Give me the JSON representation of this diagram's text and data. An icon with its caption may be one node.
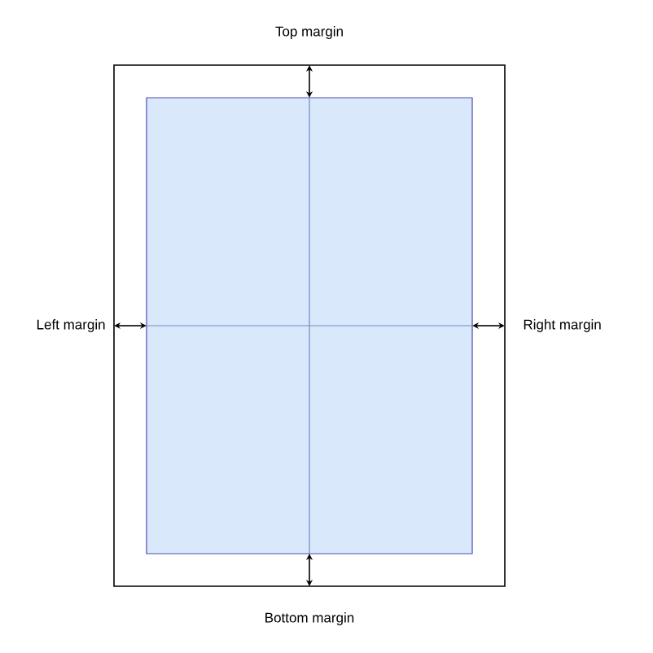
{
  "diagram": {
    "labels": [
      "Top margin",
      "Left margin",
      "Right margin",
      "Bottom margin"
    ]
  }
}
